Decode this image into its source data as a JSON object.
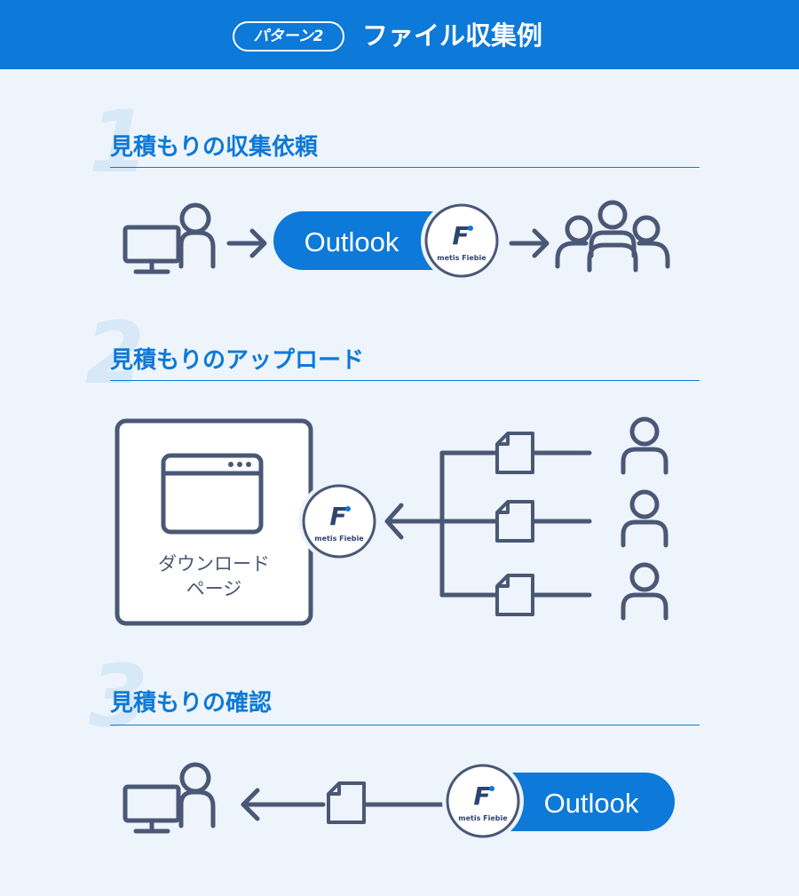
{
  "header": {
    "badge": "パターン2",
    "title": "ファイル収集例"
  },
  "steps": [
    {
      "number": "1",
      "title": "見積もりの収集依頼"
    },
    {
      "number": "2",
      "title": "見積もりのアップロード"
    },
    {
      "number": "3",
      "title": "見積もりの確認"
    }
  ],
  "outlook_label": "Outlook",
  "brand": {
    "letter": "F",
    "name": "metis Fiebie"
  },
  "download_page_lines": [
    "ダウンロード",
    "ページ"
  ],
  "colors": {
    "primary": "#0d79d8",
    "icon_stroke": "#4a5876",
    "background": "#eef4fb",
    "step_number": "#d7e8f7"
  }
}
